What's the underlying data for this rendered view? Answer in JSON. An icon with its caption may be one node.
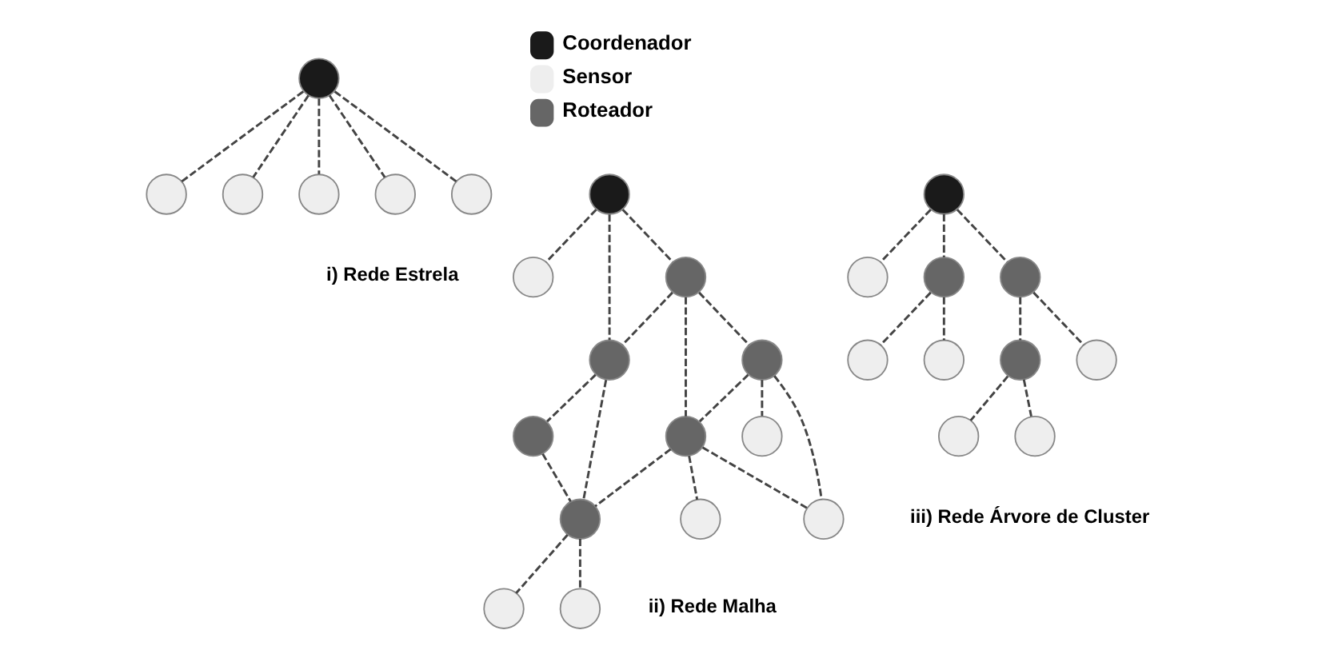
{
  "diagram": {
    "nodes": [
      {
        "text": [],
        "shape": "circle"
      },
      {
        "text": [],
        "shape": "circle"
      },
      {
        "text": [],
        "shape": "circle"
      },
      {
        "text": [],
        "shape": "circle"
      },
      {
        "text": [],
        "shape": "circle"
      },
      {
        "text": [],
        "shape": "circle"
      },
      {
        "text": [],
        "shape": "circle"
      },
      {
        "text": [],
        "shape": "circle"
      },
      {
        "text": [],
        "shape": "circle"
      },
      {
        "text": [],
        "shape": "circle"
      },
      {
        "text": [],
        "shape": "circle"
      },
      {
        "text": [],
        "shape": "circle"
      },
      {
        "text": [],
        "shape": "circle"
      },
      {
        "text": [],
        "shape": "circle"
      },
      {
        "text": [],
        "shape": "circle"
      },
      {
        "text": [],
        "shape": "circle"
      },
      {
        "text": [],
        "shape": "circle"
      },
      {
        "text": [],
        "shape": "circle"
      },
      {
        "text": [],
        "shape": "circle"
      },
      {
        "text": [],
        "shape": "circle"
      },
      {
        "text": [],
        "shape": "circle"
      },
      {
        "text": [],
        "shape": "circle"
      },
      {
        "text": [],
        "shape": "circle"
      },
      {
        "text": [],
        "shape": "circle"
      },
      {
        "text": [],
        "shape": "circle"
      },
      {
        "text": [],
        "shape": "circle"
      },
      {
        "text": [],
        "shape": "circle"
      },
      {
        "text": [],
        "shape": "circle"
      },
      {
        "text": [],
        "shape": "circle"
      }
    ],
    "edges": [
      {
        "from": 3,
        "to": 0,
        "arrow": "none",
        "style": "dashed"
      },
      {
        "from": 3,
        "to": 1,
        "arrow": "none",
        "style": "dashed"
      },
      {
        "from": 3,
        "to": 2,
        "arrow": "none",
        "style": "dashed"
      },
      {
        "from": 3,
        "to": 4,
        "arrow": "none",
        "style": "dashed"
      },
      {
        "from": 3,
        "to": 5,
        "arrow": "none",
        "style": "dashed"
      },
      {
        "from": 7,
        "to": 6,
        "arrow": "none",
        "style": "dashed"
      },
      {
        "from": 7,
        "to": 8,
        "arrow": "none",
        "style": "dashed"
      },
      {
        "from": 7,
        "to": 9,
        "arrow": "none",
        "style": "dashed"
      },
      {
        "from": 8,
        "to": 9,
        "arrow": "none",
        "style": "dashed"
      },
      {
        "from": 9,
        "to": 10,
        "arrow": "none",
        "style": "dashed"
      },
      {
        "from": 8,
        "to": 11,
        "arrow": "none",
        "style": "dashed"
      },
      {
        "from": 8,
        "to": 12,
        "arrow": "none",
        "style": "dashed"
      },
      {
        "from": 9,
        "to": 13,
        "arrow": "none",
        "style": "dashed"
      },
      {
        "from": 10,
        "to": 13,
        "arrow": "none",
        "style": "dashed"
      },
      {
        "from": 11,
        "to": 12,
        "arrow": "none",
        "style": "dashed"
      },
      {
        "from": 12,
        "to": 13,
        "arrow": "none",
        "style": "dashed"
      },
      {
        "from": 11,
        "to": 14,
        "arrow": "none",
        "style": "dashed"
      },
      {
        "from": 11,
        "to": 15,
        "arrow": "none",
        "style": "dashed"
      },
      {
        "from": 12,
        "to": 15,
        "arrow": "none",
        "style": "dashed"
      },
      {
        "from": 12,
        "to": 16,
        "arrow": "none",
        "style": "dashed"
      },
      {
        "from": 13,
        "to": 17,
        "arrow": "none",
        "style": "dashed"
      },
      {
        "from": 13,
        "to": 18,
        "arrow": "none",
        "style": "dashed"
      },
      {
        "from": 19,
        "to": 20,
        "arrow": "none",
        "style": "dashed"
      },
      {
        "from": 19,
        "to": 22,
        "arrow": "none",
        "style": "dashed"
      },
      {
        "from": 22,
        "to": 21,
        "arrow": "none",
        "style": "dashed"
      },
      {
        "from": 22,
        "to": 24,
        "arrow": "none",
        "style": "dashed"
      },
      {
        "from": 19,
        "to": 23,
        "arrow": "none",
        "style": "dashed"
      },
      {
        "from": 23,
        "to": 26,
        "arrow": "none",
        "style": "dashed"
      },
      {
        "from": 23,
        "to": 25,
        "arrow": "none",
        "style": "dashed"
      },
      {
        "from": 25,
        "to": 28,
        "arrow": "none",
        "style": "dashed"
      },
      {
        "from": 25,
        "to": 27,
        "arrow": "none",
        "style": "dashed"
      }
    ],
    "labels": [
      "i) Rede Estrela",
      "ii) Rede Malha",
      "iii) Rede Árvore de Cluster"
    ],
    "legend": [
      {
        "text": "Coordenador",
        "color": "#1a1a1a"
      },
      {
        "text": "Sensor",
        "color": "#eeeeee"
      },
      {
        "text": "Roteador",
        "color": "#666666"
      }
    ]
  }
}
